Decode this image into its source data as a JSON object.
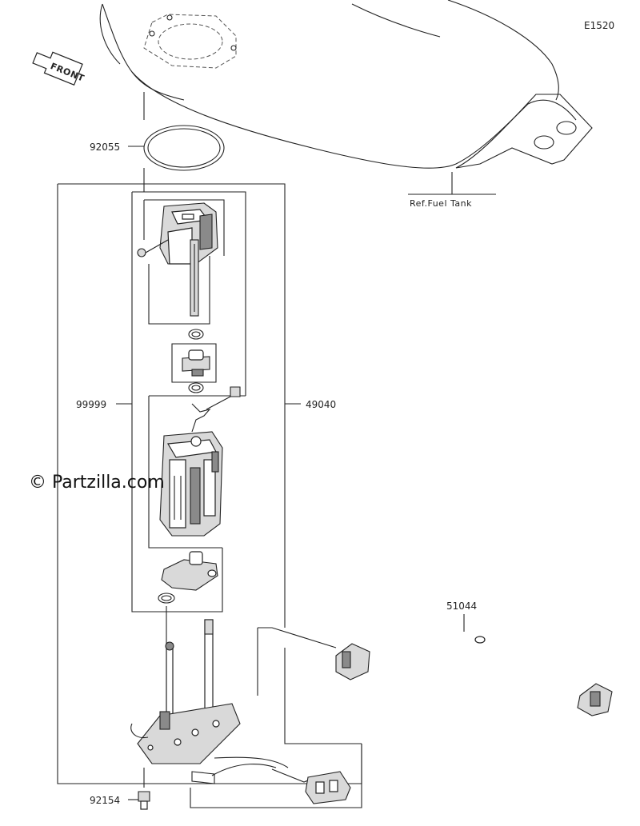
{
  "diagram_code": "E1520",
  "front_label": "FRONT",
  "watermark": "© Partzilla.com",
  "reference_label": "Ref.Fuel Tank",
  "callouts": {
    "p92055": "92055",
    "p99999": "99999",
    "p49040": "49040",
    "p51044": "51044",
    "p92154": "92154"
  }
}
